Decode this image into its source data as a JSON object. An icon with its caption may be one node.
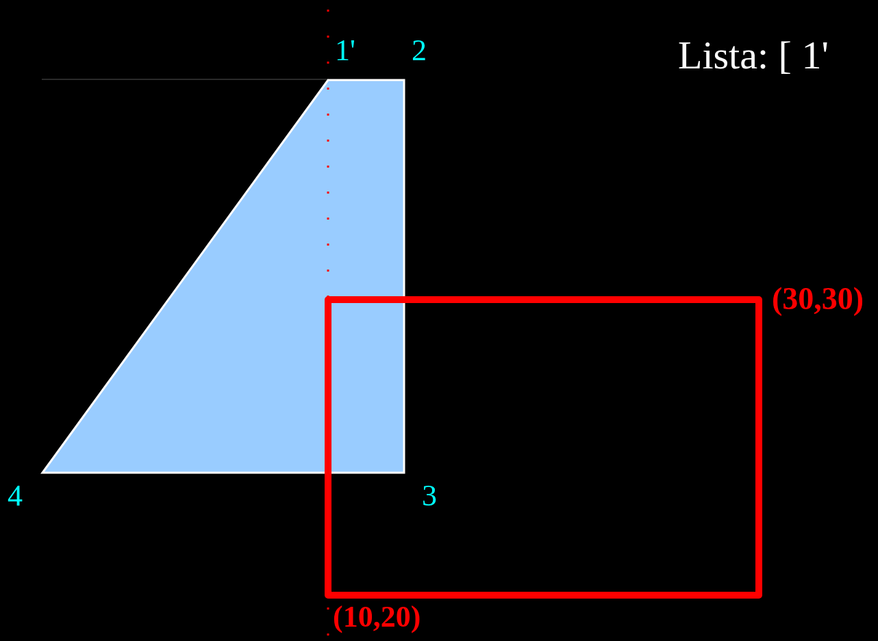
{
  "diagram": {
    "labels": [
      "1'",
      "2",
      "Lista: [ 1'",
      "(30,30)",
      "4",
      "3",
      "(10,20)"
    ]
  }
}
